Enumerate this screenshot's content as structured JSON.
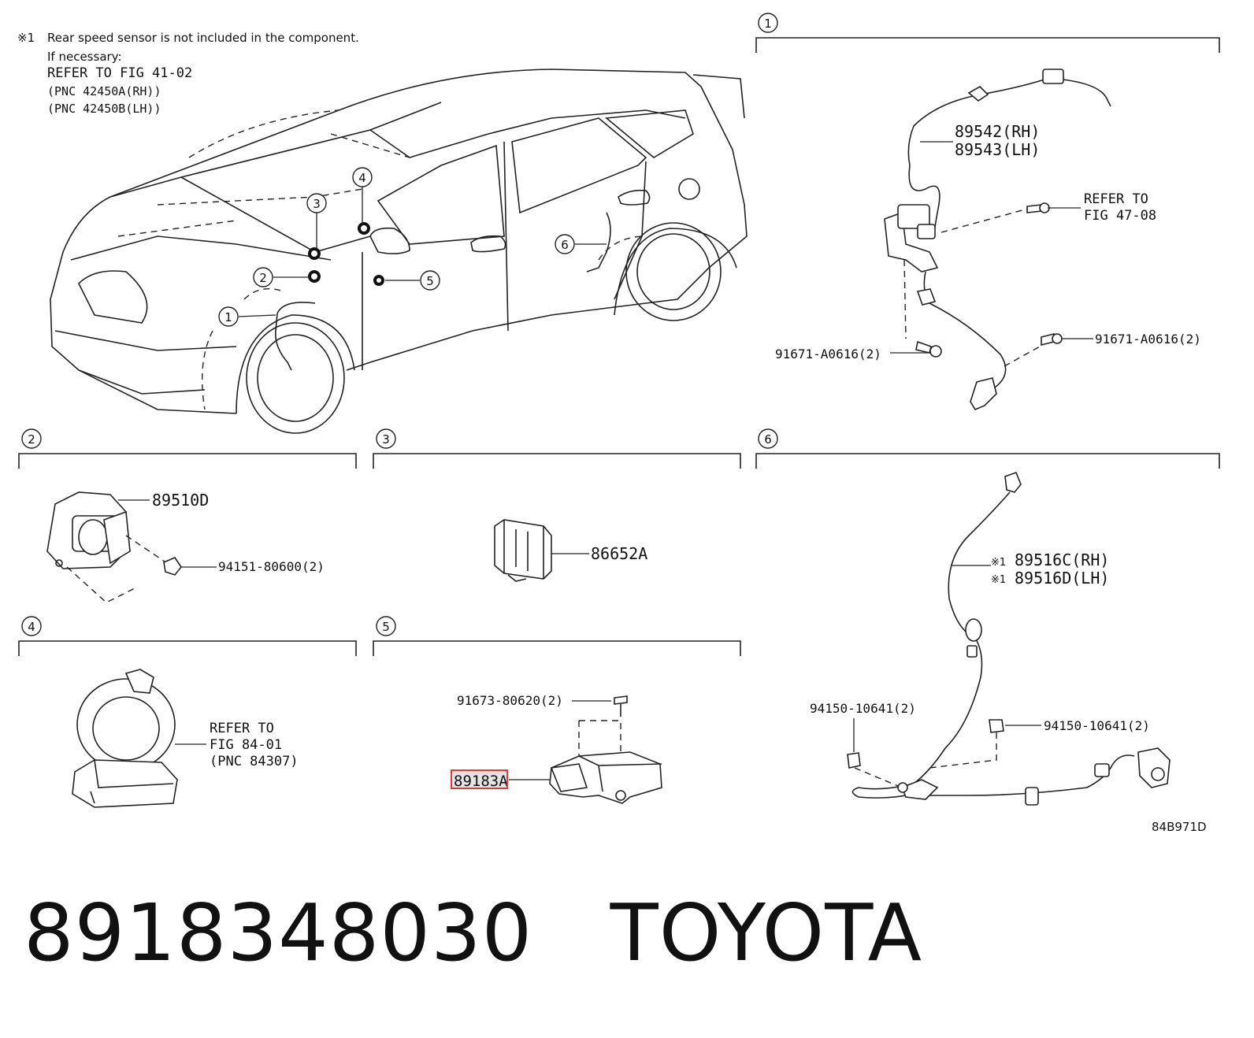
{
  "note": {
    "mark": "※1",
    "text": "Rear speed sensor is not included in the component.",
    "if_necessary": "If necessary:",
    "refer": "REFER TO FIG 41-02",
    "pnc_rh": "(PNC 42450A(RH))",
    "pnc_lh": "(PNC 42450B(LH))"
  },
  "callouts": [
    "1",
    "2",
    "3",
    "4",
    "5",
    "6"
  ],
  "sections": {
    "s1": {
      "label": "1",
      "part_rh": "89542(RH)",
      "part_lh": "89543(LH)",
      "refer_line1": "REFER TO",
      "refer_line2": "FIG 47-08",
      "bolt_left": "91671-A0616(2)",
      "bolt_right": "91671-A0616(2)"
    },
    "s2": {
      "label": "2",
      "part": "89510D",
      "bolt": "94151-80600(2)"
    },
    "s3": {
      "label": "3",
      "part": "86652A"
    },
    "s4": {
      "label": "4",
      "refer_line1": "REFER TO",
      "refer_line2": "FIG 84-01",
      "refer_line3": "(PNC 84307)"
    },
    "s5": {
      "label": "5",
      "bolt": "91673-80620(2)",
      "part": "89183A"
    },
    "s6": {
      "label": "6",
      "mark": "※1",
      "part_rh": "89516C(RH)",
      "part_lh": "89516D(LH)",
      "bolt_left": "94150-10641(2)",
      "bolt_right": "94150-10641(2)"
    }
  },
  "diagram_code": "84B971D",
  "footer": {
    "part_number": "8918348030",
    "brand": "TOYOTA"
  },
  "highlight_color": "#e23b3b"
}
